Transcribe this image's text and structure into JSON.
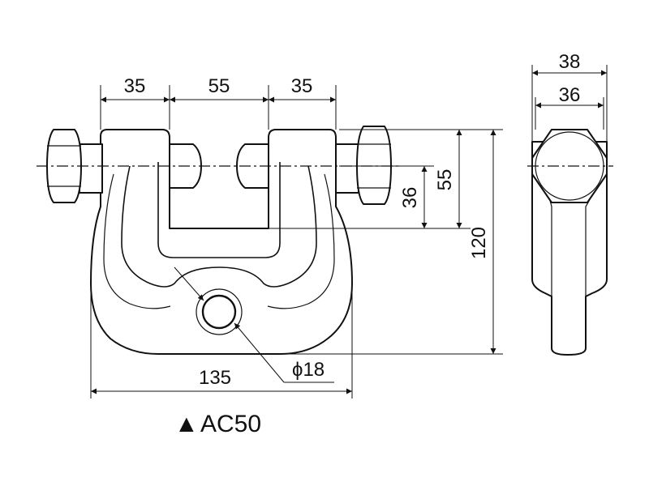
{
  "front_view": {
    "dims": {
      "left_jaw": "35",
      "gap": "55",
      "right_jaw": "35",
      "overall_width": "135",
      "height_36": "36",
      "height_55": "55",
      "height_120": "120",
      "hole_diameter": "ϕ18"
    }
  },
  "side_view": {
    "dims": {
      "outer_width": "38",
      "inner_width": "36"
    }
  },
  "caption": {
    "marker": "▲",
    "model": "AC50"
  }
}
